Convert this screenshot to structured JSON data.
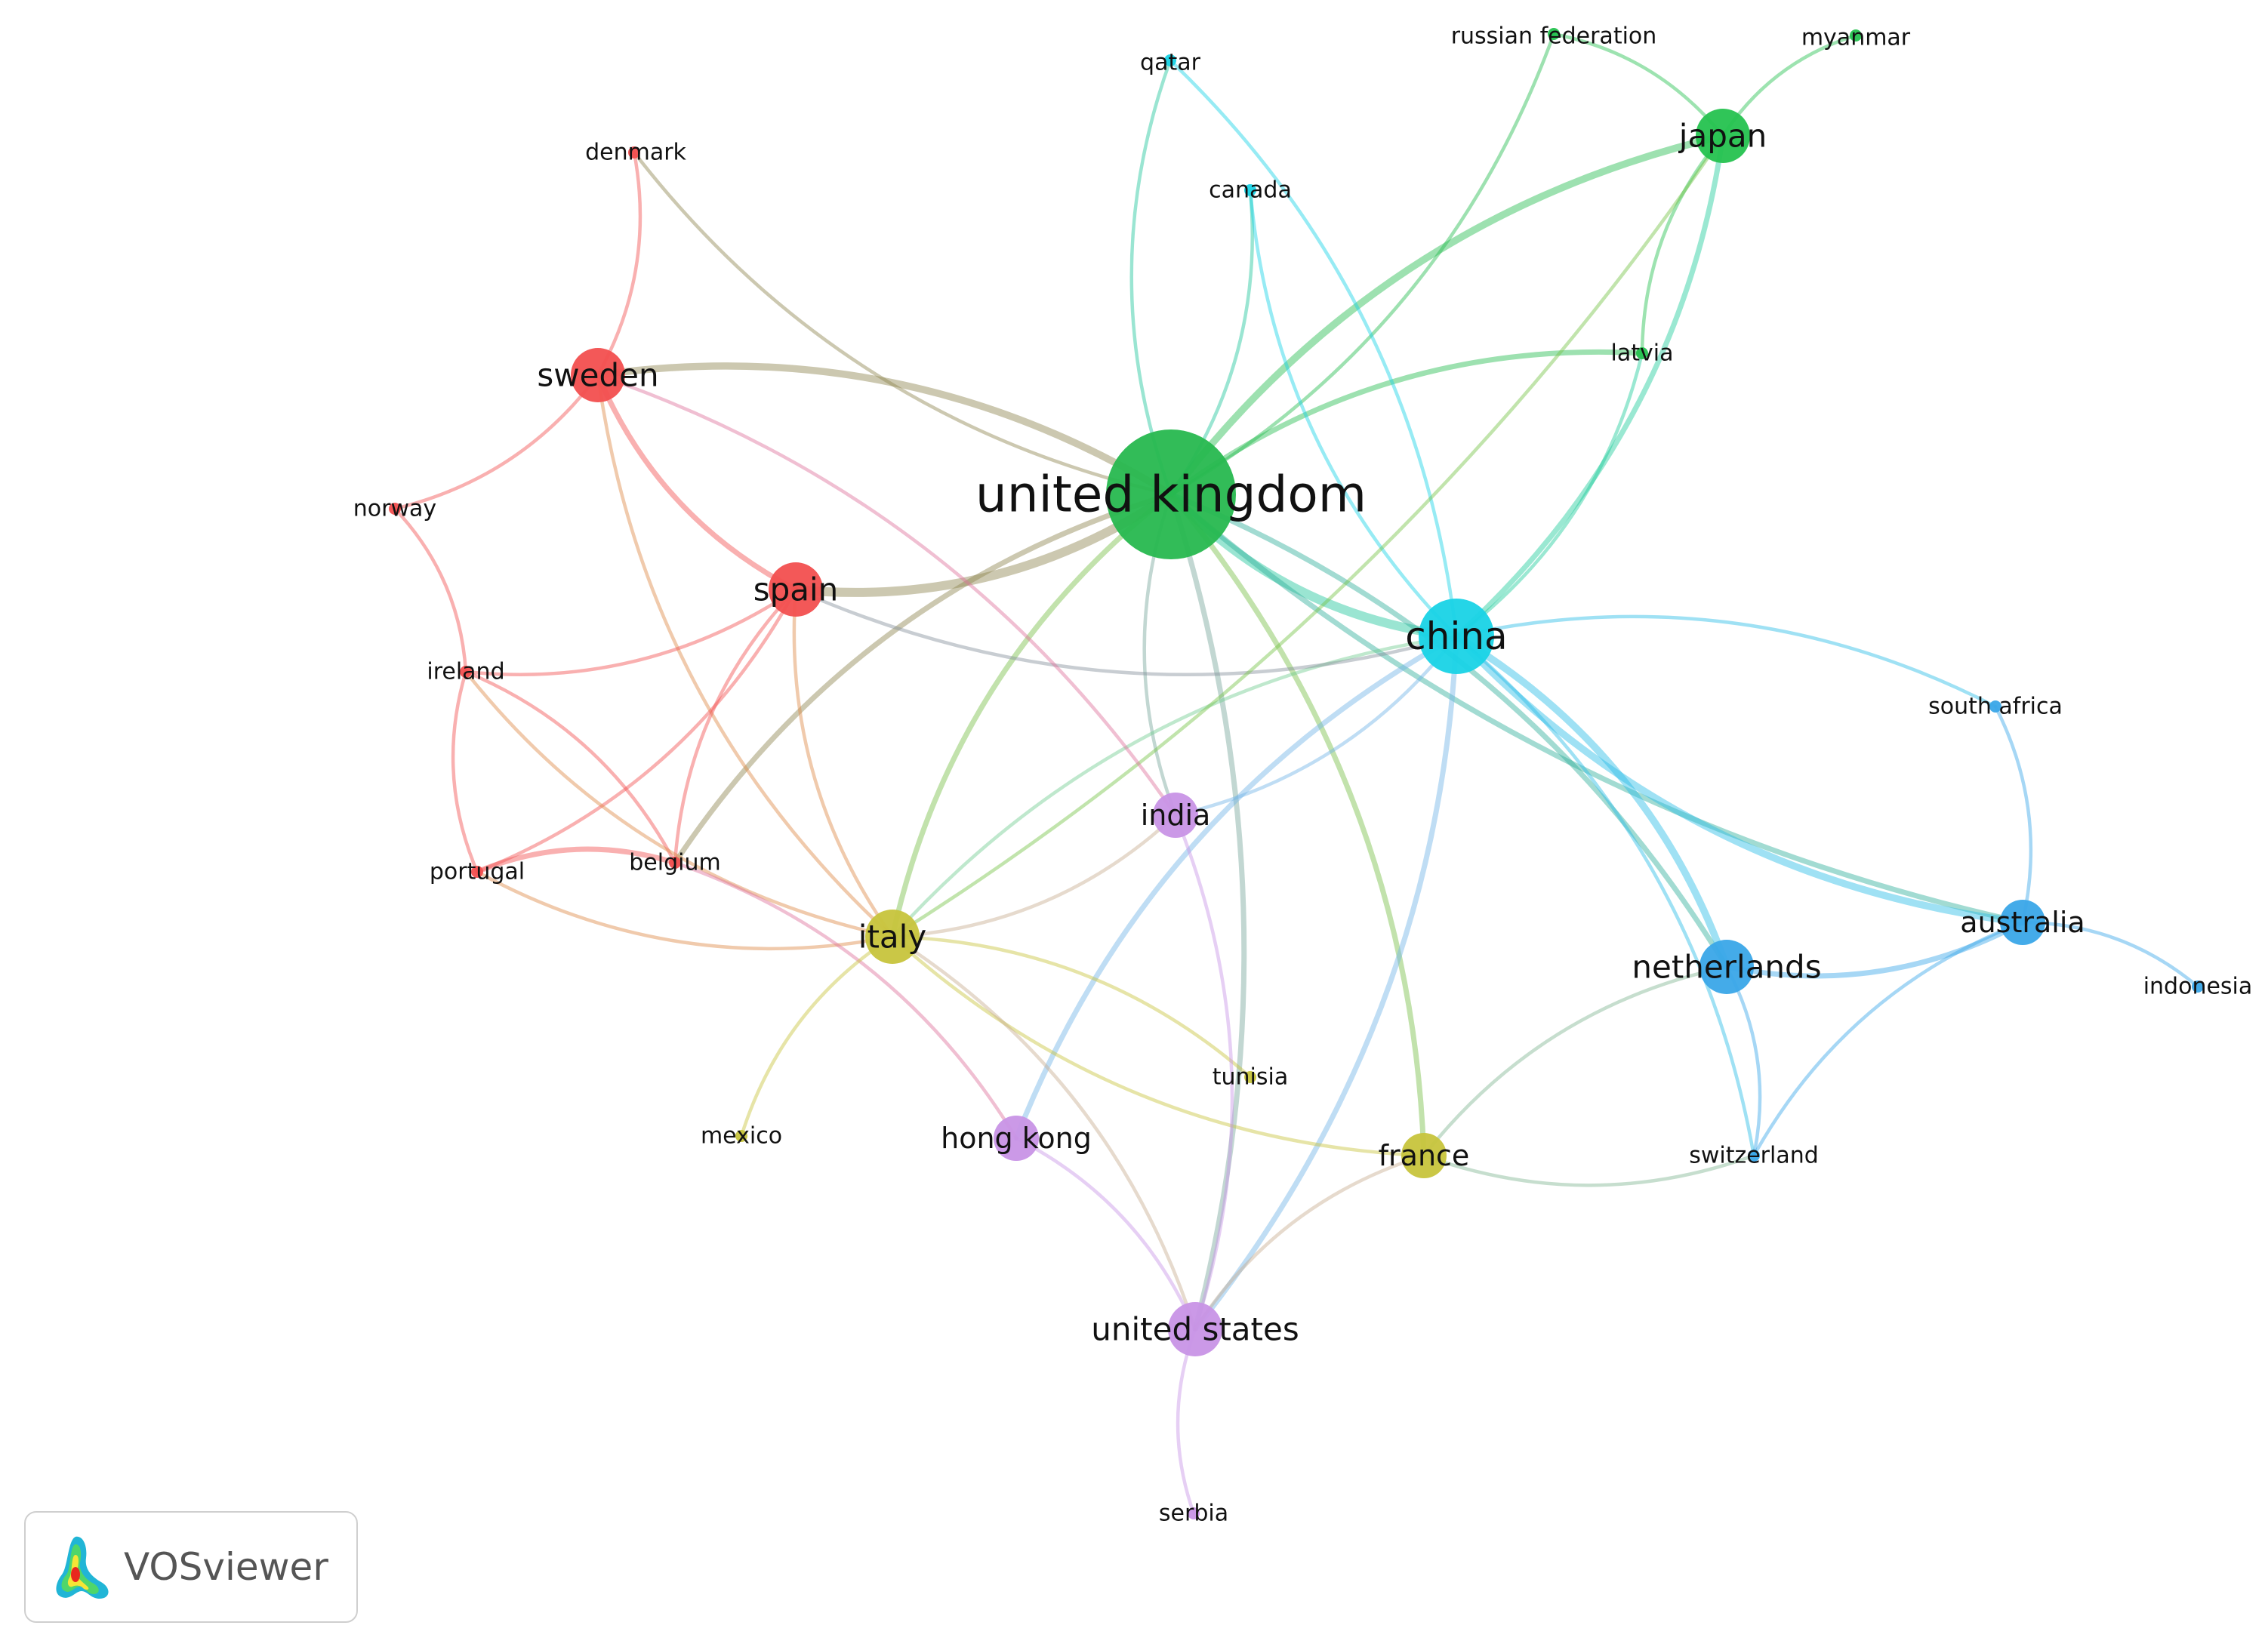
{
  "network": {
    "nodes": [
      {
        "id": "uk",
        "label": "united kingdom",
        "color": "#27b84f",
        "weight": 5
      },
      {
        "id": "china",
        "label": "china",
        "color": "#19d3e6",
        "weight": 4
      },
      {
        "id": "japan",
        "label": "japan",
        "color": "#25c24f",
        "weight": 3
      },
      {
        "id": "sweden",
        "label": "sweden",
        "color": "#f24f4f",
        "weight": 3
      },
      {
        "id": "spain",
        "label": "spain",
        "color": "#f24f4f",
        "weight": 3
      },
      {
        "id": "italy",
        "label": "italy",
        "color": "#c7c43c",
        "weight": 3
      },
      {
        "id": "netherlands",
        "label": "netherlands",
        "color": "#3aa7e8",
        "weight": 3
      },
      {
        "id": "australia",
        "label": "australia",
        "color": "#3aa7e8",
        "weight": 2
      },
      {
        "id": "usa",
        "label": "united states",
        "color": "#c894e6",
        "weight": 3
      },
      {
        "id": "india",
        "label": "india",
        "color": "#c894e6",
        "weight": 2
      },
      {
        "id": "hongkong",
        "label": "hong kong",
        "color": "#c894e6",
        "weight": 2
      },
      {
        "id": "france",
        "label": "france",
        "color": "#c7c43c",
        "weight": 2
      },
      {
        "id": "canada",
        "label": "canada",
        "color": "#19d3e6",
        "weight": 1
      },
      {
        "id": "qatar",
        "label": "qatar",
        "color": "#19d3e6",
        "weight": 1
      },
      {
        "id": "russia",
        "label": "russian federation",
        "color": "#25c24f",
        "weight": 1
      },
      {
        "id": "myanmar",
        "label": "myanmar",
        "color": "#25c24f",
        "weight": 1
      },
      {
        "id": "latvia",
        "label": "latvia",
        "color": "#25c24f",
        "weight": 1
      },
      {
        "id": "denmark",
        "label": "denmark",
        "color": "#f24f4f",
        "weight": 1
      },
      {
        "id": "norway",
        "label": "norway",
        "color": "#f24f4f",
        "weight": 1
      },
      {
        "id": "ireland",
        "label": "ireland",
        "color": "#f24f4f",
        "weight": 1
      },
      {
        "id": "portugal",
        "label": "portugal",
        "color": "#f24f4f",
        "weight": 1
      },
      {
        "id": "belgium",
        "label": "belgium",
        "color": "#f24f4f",
        "weight": 1
      },
      {
        "id": "mexico",
        "label": "mexico",
        "color": "#c7c43c",
        "weight": 1
      },
      {
        "id": "tunisia",
        "label": "tunisia",
        "color": "#c7c43c",
        "weight": 1
      },
      {
        "id": "switzerland",
        "label": "switzerland",
        "color": "#3aa7e8",
        "weight": 1
      },
      {
        "id": "southafrica",
        "label": "south africa",
        "color": "#3aa7e8",
        "weight": 1
      },
      {
        "id": "indonesia",
        "label": "indonesia",
        "color": "#3aa7e8",
        "weight": 1
      },
      {
        "id": "serbia",
        "label": "serbia",
        "color": "#c894e6",
        "weight": 1
      }
    ],
    "links": [
      {
        "source": "uk",
        "target": "china",
        "strength": 4
      },
      {
        "source": "uk",
        "target": "spain",
        "strength": 4
      },
      {
        "source": "uk",
        "target": "sweden",
        "strength": 3
      },
      {
        "source": "uk",
        "target": "japan",
        "strength": 3
      },
      {
        "source": "uk",
        "target": "italy",
        "strength": 2
      },
      {
        "source": "uk",
        "target": "netherlands",
        "strength": 2
      },
      {
        "source": "uk",
        "target": "australia",
        "strength": 2
      },
      {
        "source": "uk",
        "target": "usa",
        "strength": 2
      },
      {
        "source": "uk",
        "target": "india",
        "strength": 1
      },
      {
        "source": "uk",
        "target": "france",
        "strength": 2
      },
      {
        "source": "uk",
        "target": "belgium",
        "strength": 2
      },
      {
        "source": "uk",
        "target": "denmark",
        "strength": 1
      },
      {
        "source": "uk",
        "target": "canada",
        "strength": 1
      },
      {
        "source": "uk",
        "target": "qatar",
        "strength": 1
      },
      {
        "source": "uk",
        "target": "russia",
        "strength": 1
      },
      {
        "source": "uk",
        "target": "latvia",
        "strength": 2
      },
      {
        "source": "china",
        "target": "australia",
        "strength": 3
      },
      {
        "source": "china",
        "target": "netherlands",
        "strength": 3
      },
      {
        "source": "china",
        "target": "japan",
        "strength": 2
      },
      {
        "source": "china",
        "target": "canada",
        "strength": 1
      },
      {
        "source": "china",
        "target": "qatar",
        "strength": 1
      },
      {
        "source": "china",
        "target": "southafrica",
        "strength": 1
      },
      {
        "source": "china",
        "target": "hongkong",
        "strength": 2
      },
      {
        "source": "china",
        "target": "usa",
        "strength": 2
      },
      {
        "source": "china",
        "target": "italy",
        "strength": 1
      },
      {
        "source": "china",
        "target": "spain",
        "strength": 1
      },
      {
        "source": "china",
        "target": "latvia",
        "strength": 1
      },
      {
        "source": "china",
        "target": "switzerland",
        "strength": 1
      },
      {
        "source": "japan",
        "target": "russia",
        "strength": 1
      },
      {
        "source": "japan",
        "target": "myanmar",
        "strength": 1
      },
      {
        "source": "japan",
        "target": "latvia",
        "strength": 1
      },
      {
        "source": "japan",
        "target": "italy",
        "strength": 1
      },
      {
        "source": "sweden",
        "target": "denmark",
        "strength": 1
      },
      {
        "source": "sweden",
        "target": "norway",
        "strength": 1
      },
      {
        "source": "sweden",
        "target": "spain",
        "strength": 2
      },
      {
        "source": "sweden",
        "target": "india",
        "strength": 1
      },
      {
        "source": "sweden",
        "target": "italy",
        "strength": 1
      },
      {
        "source": "spain",
        "target": "portugal",
        "strength": 1
      },
      {
        "source": "spain",
        "target": "belgium",
        "strength": 1
      },
      {
        "source": "spain",
        "target": "ireland",
        "strength": 1
      },
      {
        "source": "spain",
        "target": "italy",
        "strength": 1
      },
      {
        "source": "norway",
        "target": "ireland",
        "strength": 1
      },
      {
        "source": "ireland",
        "target": "portugal",
        "strength": 1
      },
      {
        "source": "ireland",
        "target": "belgium",
        "strength": 1
      },
      {
        "source": "ireland",
        "target": "italy",
        "strength": 1
      },
      {
        "source": "portugal",
        "target": "belgium",
        "strength": 2
      },
      {
        "source": "portugal",
        "target": "italy",
        "strength": 1
      },
      {
        "source": "belgium",
        "target": "hongkong",
        "strength": 1
      },
      {
        "source": "italy",
        "target": "france",
        "strength": 1
      },
      {
        "source": "italy",
        "target": "tunisia",
        "strength": 1
      },
      {
        "source": "italy",
        "target": "mexico",
        "strength": 1
      },
      {
        "source": "italy",
        "target": "usa",
        "strength": 1
      },
      {
        "source": "italy",
        "target": "india",
        "strength": 1
      },
      {
        "source": "india",
        "target": "usa",
        "strength": 1
      },
      {
        "source": "india",
        "target": "china",
        "strength": 1
      },
      {
        "source": "hongkong",
        "target": "usa",
        "strength": 1
      },
      {
        "source": "usa",
        "target": "serbia",
        "strength": 1
      },
      {
        "source": "usa",
        "target": "france",
        "strength": 1
      },
      {
        "source": "france",
        "target": "switzerland",
        "strength": 1
      },
      {
        "source": "france",
        "target": "netherlands",
        "strength": 1
      },
      {
        "source": "netherlands",
        "target": "australia",
        "strength": 2
      },
      {
        "source": "netherlands",
        "target": "switzerland",
        "strength": 1
      },
      {
        "source": "australia",
        "target": "southafrica",
        "strength": 1
      },
      {
        "source": "australia",
        "target": "indonesia",
        "strength": 1
      },
      {
        "source": "australia",
        "target": "switzerland",
        "strength": 1
      }
    ]
  },
  "logo": {
    "text": "VOSviewer"
  }
}
